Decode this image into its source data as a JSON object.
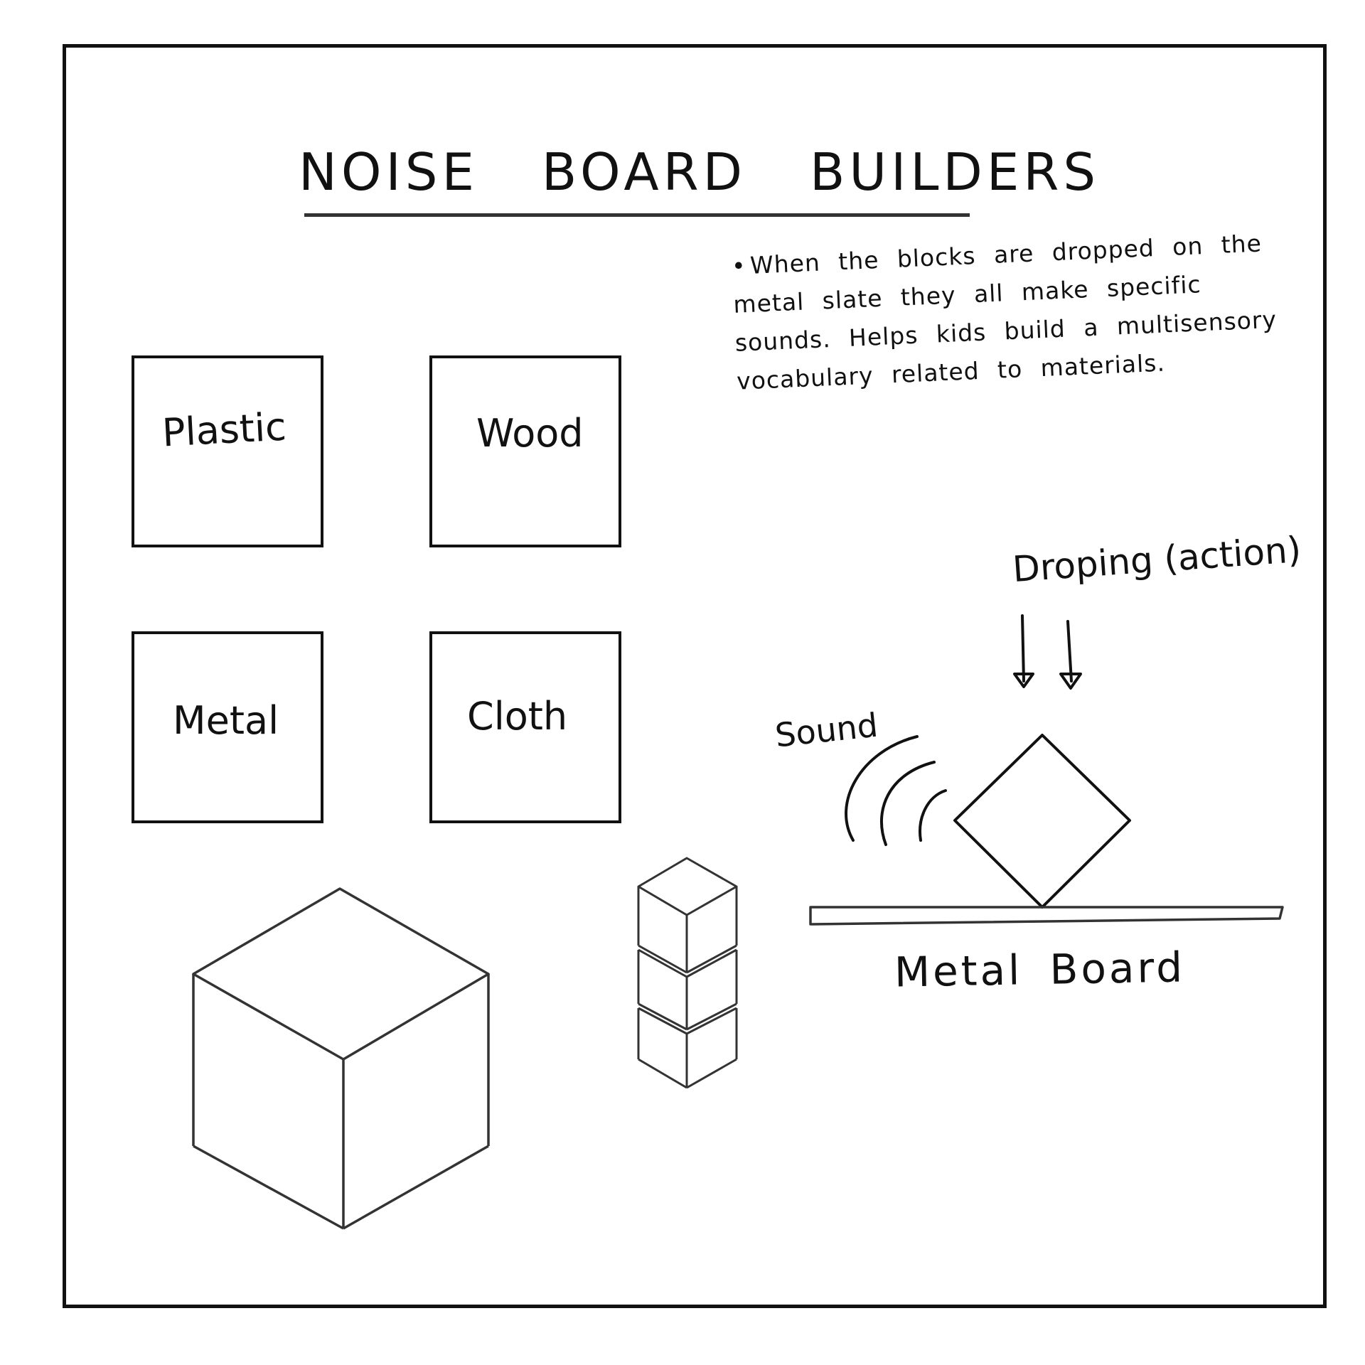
{
  "title": "NOISE BOARD BUILDERS",
  "note": "When the blocks are dropped on the metal slate they all make specific sounds. Helps kids build a multisensory vocabulary related to materials.",
  "materials": {
    "plastic": "Plastic",
    "wood": "Wood",
    "metal": "Metal",
    "cloth": "Cloth"
  },
  "labels": {
    "droping": "Droping (action)",
    "sound": "Sound",
    "metal_board": "Metal Board"
  }
}
